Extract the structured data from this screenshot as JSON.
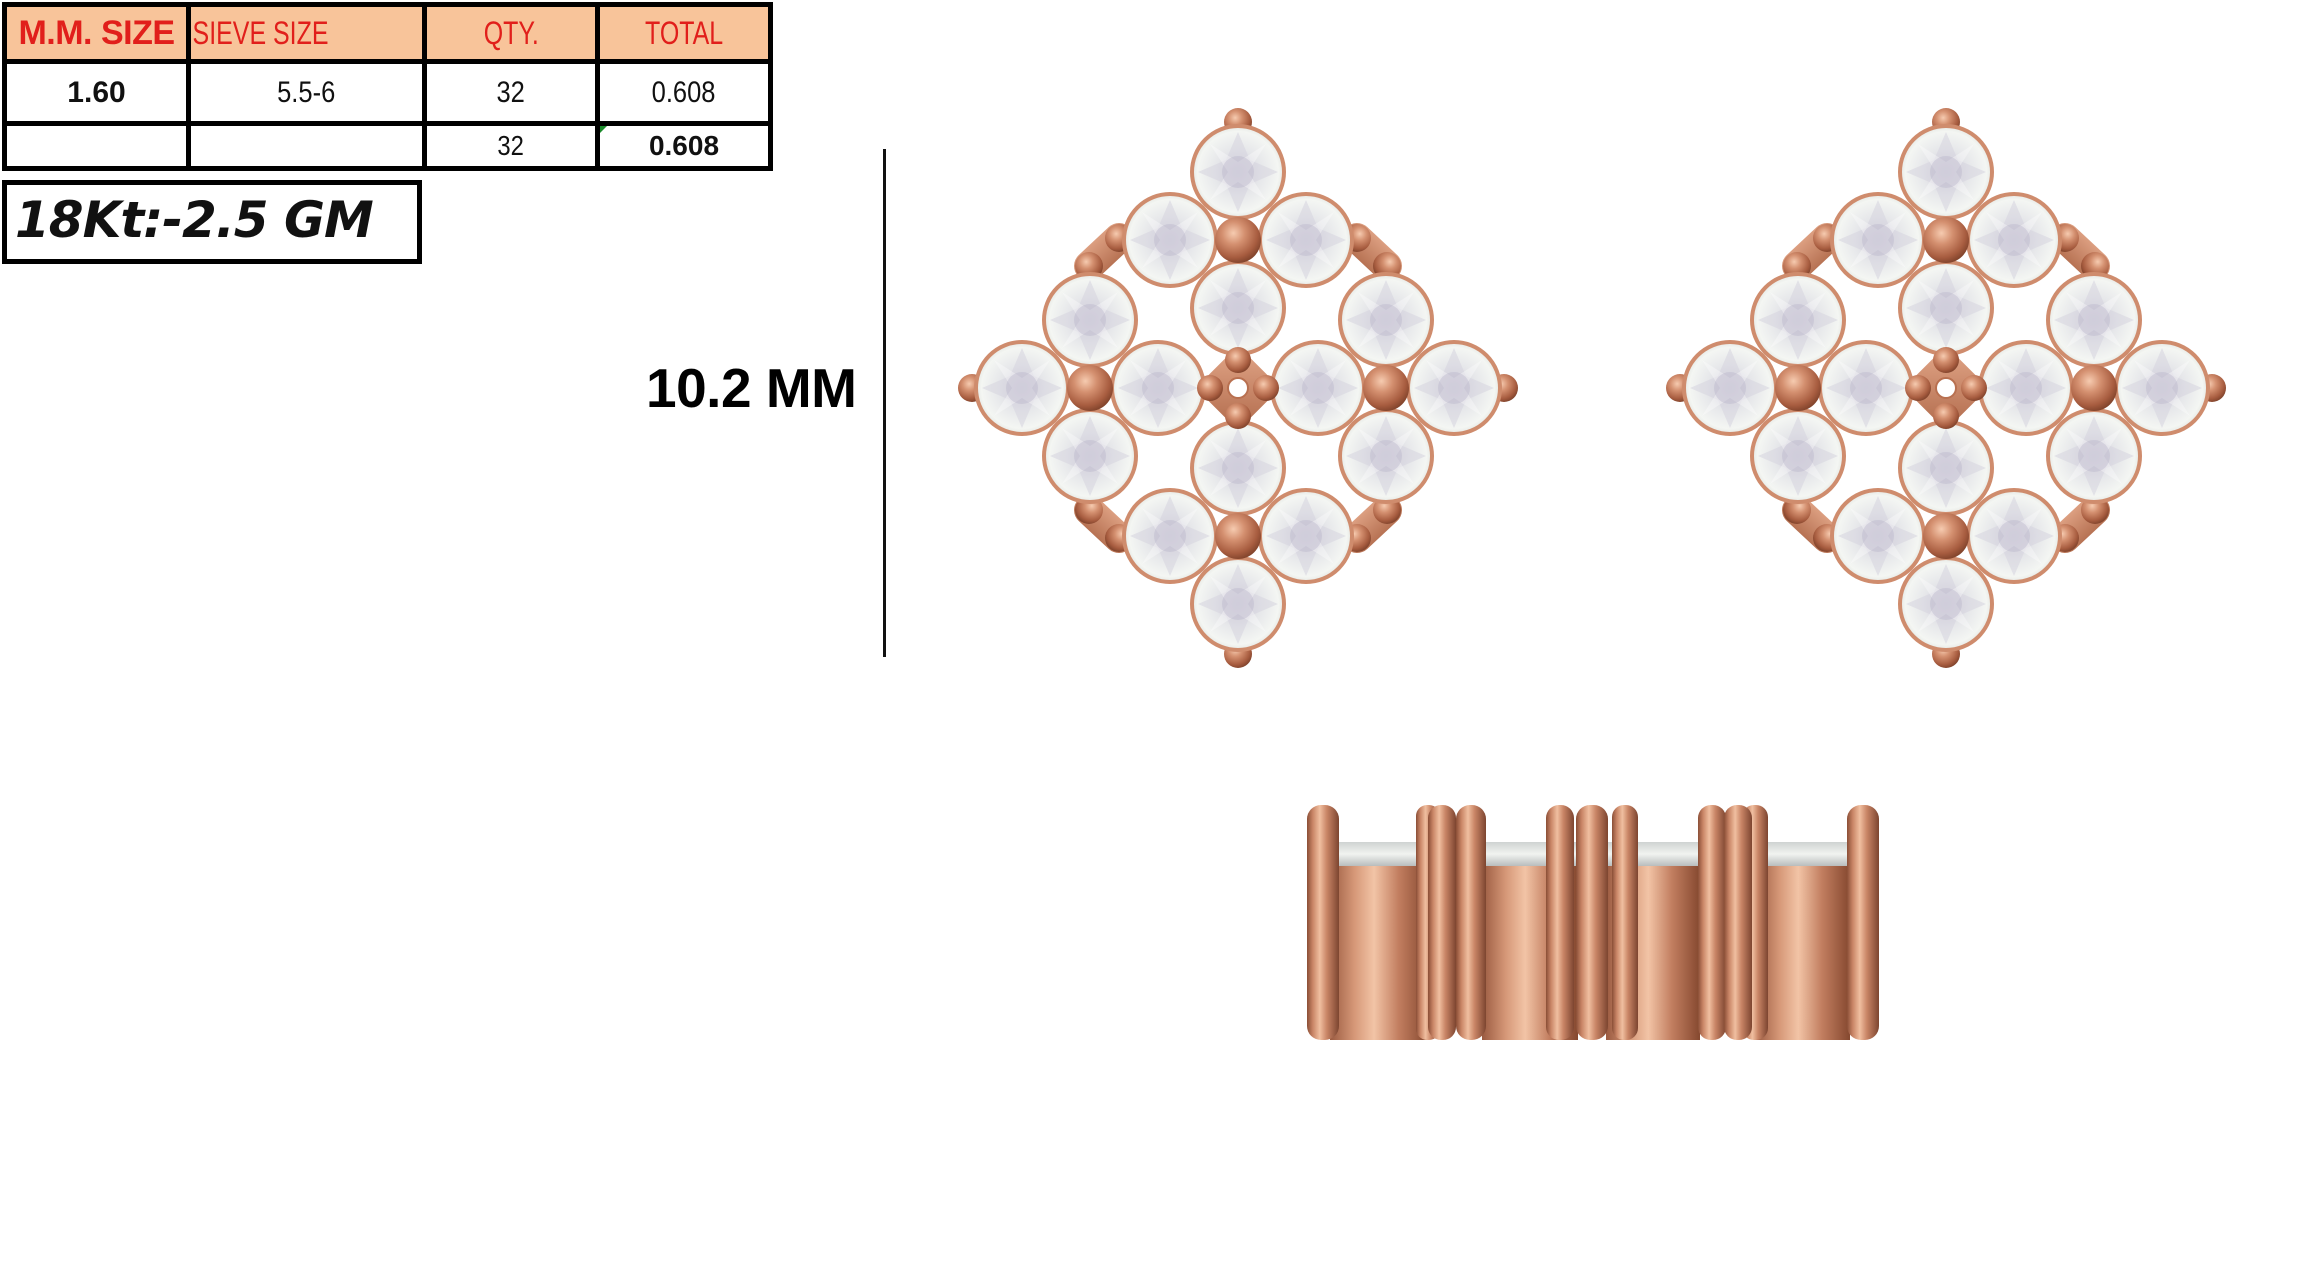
{
  "spec_table": {
    "headers": [
      "M.M. SIZE",
      "SIEVE SIZE",
      "QTY.",
      "TOTAL"
    ],
    "rows": [
      {
        "mm_size": "1.60",
        "sieve_size": "5.5-6",
        "qty": "32",
        "total": "0.608"
      },
      {
        "mm_size": "",
        "sieve_size": "",
        "qty": "32",
        "total": "0.608"
      }
    ]
  },
  "metal_weight": "18Kt:-2.5 GM",
  "dimension": {
    "label": "10.2 MM",
    "orientation": "vertical"
  },
  "views": {
    "front_left": "earring-front-view-left",
    "front_right": "earring-front-view-right",
    "side": "earring-side-view"
  },
  "design": {
    "stones_per_earring": 16,
    "clusters_per_earring": 4,
    "metal_color": "#c98566",
    "metal_highlight": "#f0bfa0",
    "metal_shadow": "#8a4a32",
    "header_bg": "#f8c49a",
    "header_text": "#e11f1b"
  }
}
